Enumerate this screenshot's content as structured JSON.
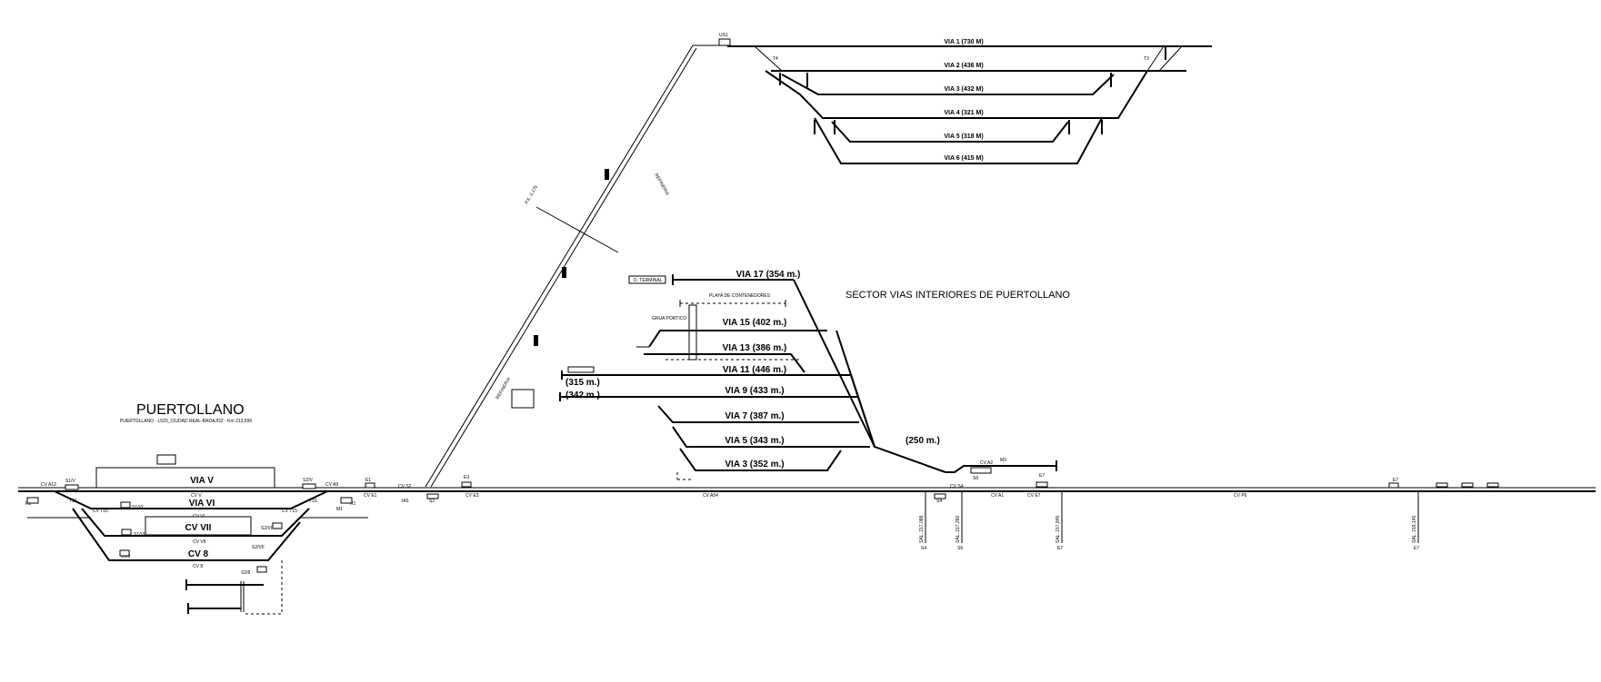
{
  "station": {
    "name": "PUERTOLLANO",
    "subtitle": "PUERTOLLANO - L520_CIUDAD REAL-BADAJOZ - Km 213,696",
    "sector_title": "SECTOR VIAS INTERIORES DE PUERTOLLANO"
  },
  "refinery_tracks": [
    {
      "label": "VIA 1 (730 M)"
    },
    {
      "label": "VIA 2 (436 M)"
    },
    {
      "label": "VIA 3 (432 M)"
    },
    {
      "label": "VIA 4 (321 M)"
    },
    {
      "label": "VIA 5 (318 M)"
    },
    {
      "label": "VIA 6 (415 M)"
    }
  ],
  "interior_tracks": [
    {
      "label": "VIA 17 (354 m.)"
    },
    {
      "label": "VIA 15 (402 m.)"
    },
    {
      "label": "VIA 13 (386 m.)"
    },
    {
      "label": "VIA 11 (446 m.)"
    },
    {
      "label": "VIA 9 (433 m.)"
    },
    {
      "label": "VIA 7 (387 m.)"
    },
    {
      "label": "VIA 5 (343 m.)"
    },
    {
      "label": "VIA 3 (352 m.)"
    }
  ],
  "interior_extra": {
    "len_315": "(315 m.)",
    "len_342": "(342 m.)",
    "len_250": "(250 m.)",
    "d_terminal": "D. TERMINAL",
    "playa": "PLAYA DE CONTENEDORES",
    "grua": "GRUA PORTICO"
  },
  "station_tracks": {
    "via_v": "VIA V",
    "via_vi": "VIA VI",
    "cv_vii": "CV VII",
    "cv_8": "CV 8"
  },
  "circuits": {
    "cv_a12": "CV A12",
    "cv_v": "CV V",
    "cv_vi": "CV VI",
    "cv_vii": "CV VII",
    "cv_8": "CV 8",
    "cv_t16": "CV T16",
    "cv_t15": "CV T15",
    "cv_a9": "CV A9",
    "cv_e1": "CV E1",
    "cv_s2": "CV S2",
    "cv_e3": "CV E3",
    "cv_a54": "CV A54",
    "cv_s4": "CV S4",
    "cv_a1": "CV A1",
    "cv_e7": "CV E7",
    "cv_p6": "CV P6"
  },
  "signals": {
    "s1v": "S1/V",
    "s2v": "S2/V",
    "s1vi": "S1/VI",
    "s1vii": "S1/VII",
    "s2vi": "S2/VI",
    "s2vii": "S2/VII",
    "s1_8": "S1/8",
    "s2_8": "S2/8",
    "e1": "E1",
    "e3": "E3",
    "e7": "E7",
    "e7b": "E7",
    "s2": "S2",
    "s4": "S4",
    "s6": "S6",
    "m3": "M3",
    "r2": "R2",
    "r1": "R1",
    "m1": "M1",
    "t16": "T16",
    "t15": "T15",
    "t4": "T4",
    "t3": "T3",
    "us1": "US1",
    "ia5": "IA5",
    "cv_a2": "CV A2"
  },
  "junctions": {
    "s4": "S4",
    "s6": "S6",
    "e7": "E7",
    "e7b": "E7",
    "sal_s4": "SAL. 217,088",
    "sal_s6": "SAL. 217,260",
    "sal_e7": "SAL. 217,845",
    "sal_e7b": "SAL. 219,145"
  },
  "branch": {
    "refineria": "REFINERIA",
    "refineria2": "REFINERIA",
    "pk": "P.K. 0,175"
  }
}
